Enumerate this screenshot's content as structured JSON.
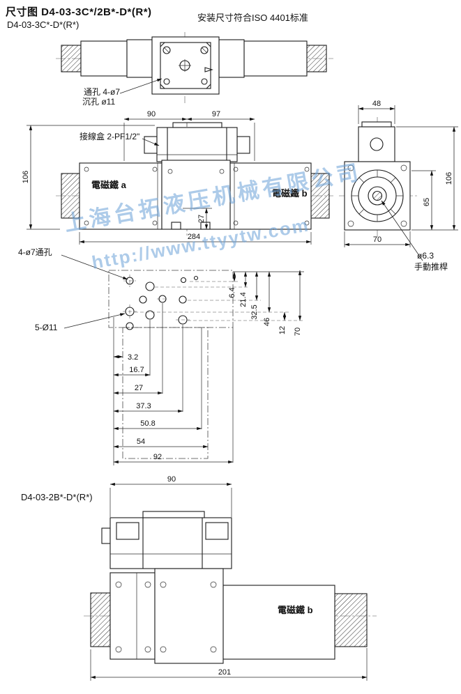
{
  "header": {
    "title": "尺寸图 D4-03-3C*/2B*-D*(R*)",
    "standard": "安装尺寸符合ISO 4401标准"
  },
  "section_3c": {
    "model": "D4-03-3C*-D*(R*)",
    "labels": {
      "through_hole": "通孔 4-ø7",
      "counterbore": "沉孔 ø11",
      "junction_box": "接線盒 2-PF1/2\"",
      "solenoid_a": "電磁鐵 a",
      "solenoid_b": "電磁鐵 b",
      "through_holes_4": "4-ø7通孔",
      "manual_pin_dia": "ø6.3",
      "manual_pin_name": "手動推桿",
      "mounting_holes": "5-Ø11"
    },
    "dims": {
      "top_left_width": "90",
      "top_right_width": "97",
      "body_height_left": "106",
      "port_offset": "27",
      "total_length": "284",
      "side_top_width": "48",
      "side_height": "106",
      "side_center_height": "65",
      "side_width": "70",
      "pat_v_6_4": "6.4",
      "pat_v_21_4": "21.4",
      "pat_v_32_5": "32.5",
      "pat_v_46": "46",
      "pat_v_12": "12",
      "pat_v_70": "70",
      "pat_h_3_2": "3.2",
      "pat_h_16_7": "16.7",
      "pat_h_27": "27",
      "pat_h_37_3": "37.3",
      "pat_h_50_8": "50.8",
      "pat_h_54": "54",
      "pat_h_92": "92"
    }
  },
  "section_2b": {
    "model": "D4-03-2B*-D*(R*)",
    "labels": {
      "solenoid_b": "電磁鐵 b"
    },
    "dims": {
      "box_width": "90",
      "total_length": "201"
    }
  },
  "watermark": {
    "company": "上海台拓液压机械有限公司",
    "url": "http://www.ttyytw.com"
  },
  "colors": {
    "line": "#1a1a1a",
    "watermark": "#69a0d7"
  }
}
